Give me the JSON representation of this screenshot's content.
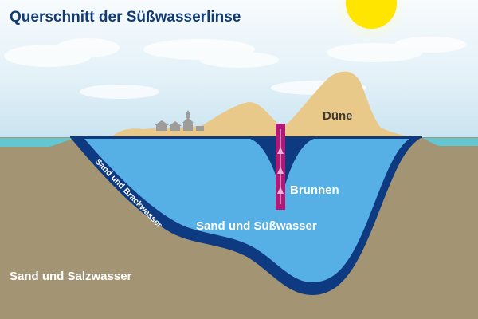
{
  "title": "Querschnitt der Süßwasserlinse",
  "labels": {
    "dune": "Düne",
    "well": "Brunnen",
    "fresh_water": "Sand und Süßwasser",
    "brackish_water": "Sand und Brackwasser",
    "salt_water": "Sand und Salzwasser"
  },
  "colors": {
    "sky_top": "#f7fbfd",
    "sky_bottom": "#c8e3f0",
    "sun": "#ffe500",
    "ground": "#a39473",
    "sea": "#62c6d3",
    "dune": "#e8c98a",
    "fresh_water": "#56b0e6",
    "brackish_water": "#0d3a80",
    "well_pipe": "#b1187a",
    "title_text": "#103b73"
  }
}
